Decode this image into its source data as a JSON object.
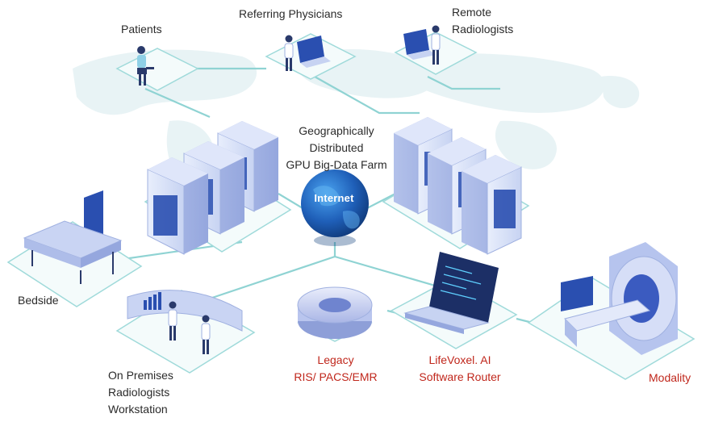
{
  "diagram": {
    "nodes": {
      "patients": {
        "label": "Patients"
      },
      "referring": {
        "label": "Referring Physicians"
      },
      "remote": {
        "line1": "Remote",
        "line2": "Radiologists"
      },
      "gpu_farm": {
        "line1": "Geographically",
        "line2": "Distributed",
        "line3": "GPU Big-Data Farm"
      },
      "internet": {
        "label": "Internet"
      },
      "bedside": {
        "label": "Bedside"
      },
      "on_premises": {
        "line1": "On Premises",
        "line2": "Radiologists",
        "line3": "Workstation"
      },
      "legacy": {
        "line1": "Legacy",
        "line2": "RIS/ PACS/EMR"
      },
      "router": {
        "line1": "LifeVoxel. AI",
        "line2": "Software Router"
      },
      "modality": {
        "label": "Modality"
      }
    },
    "colors": {
      "accent_red": "#c0271c",
      "server_blue": "#2a4fb0",
      "platform_teal": "#bfe6e6",
      "connector_teal": "#8fd3d3",
      "globe_blue": "#1f5fb8"
    }
  }
}
